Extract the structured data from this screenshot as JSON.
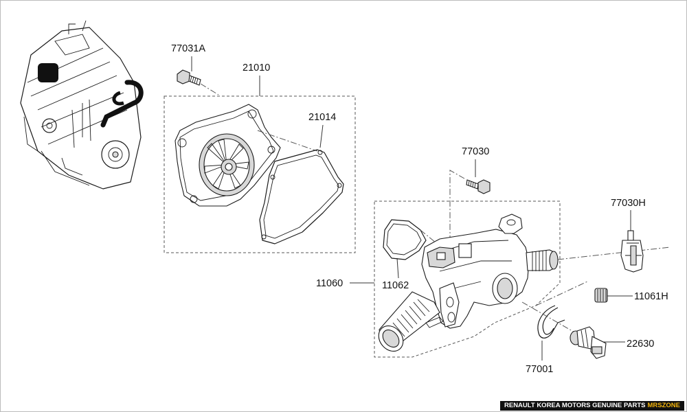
{
  "labels": {
    "bolt_77031a": "77031A",
    "pump_21010": "21010",
    "gasket_21014": "21014",
    "bolt_77030": "77030",
    "clip_77030h": "77030H",
    "housing_11060": "11060",
    "gasket_11062": "11062",
    "plug_11061h": "11061H",
    "sensor_22630": "22630",
    "clip_77001": "77001"
  },
  "watermark": {
    "text": "RENAULT KOREA MOTORS GENUINE PARTS",
    "brand": "MRSZONE",
    "brand_color": "#f2b40c"
  },
  "colors": {
    "line": "#1a1a1a",
    "frame": "#bbbbbb"
  }
}
